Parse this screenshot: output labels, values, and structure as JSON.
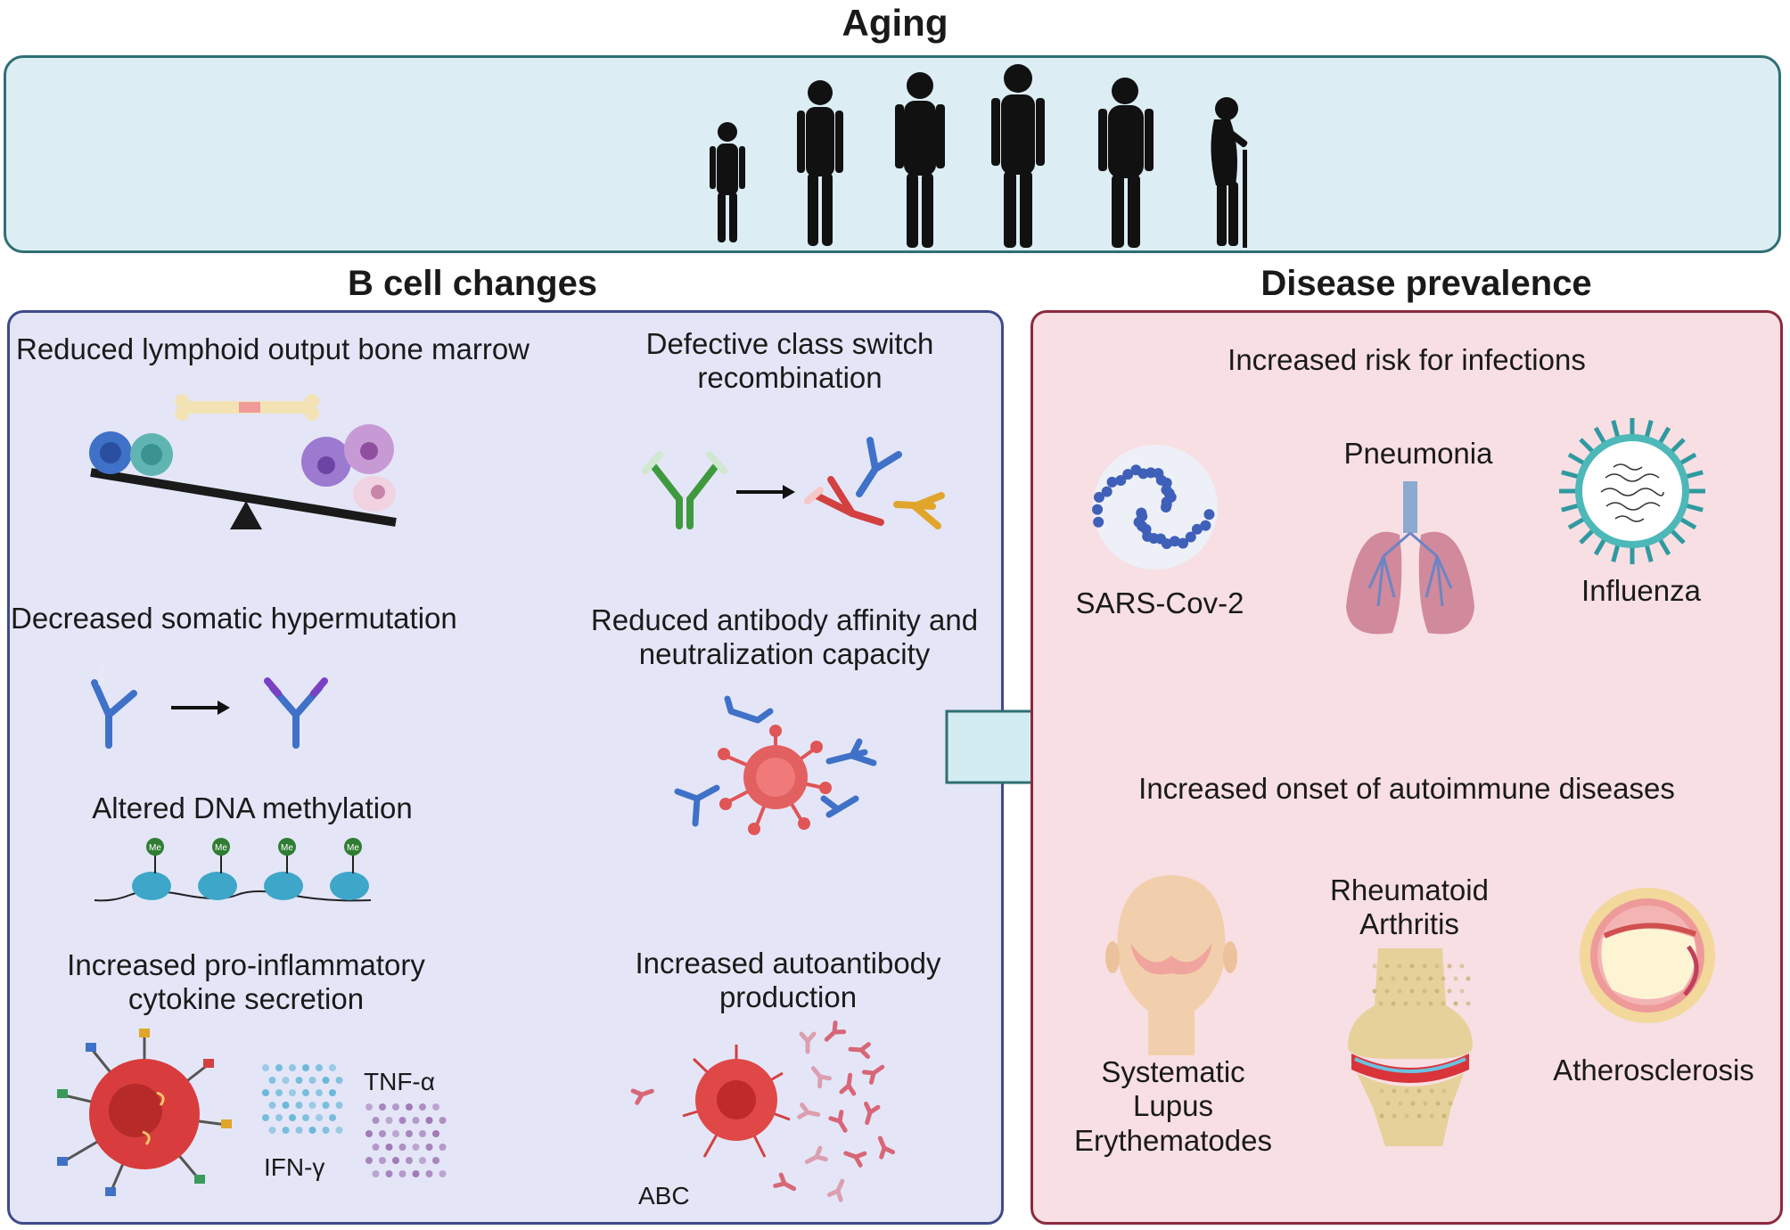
{
  "header": {
    "title": "Aging"
  },
  "bcell": {
    "title": "B cell changes",
    "items": {
      "lymphoid": "Reduced lymphoid output bone marrow",
      "class_switch": [
        "Defective class switch",
        "recombination"
      ],
      "hypermutation": "Decreased somatic hypermutation",
      "affinity": [
        "Reduced antibody affinity and",
        "neutralization capacity"
      ],
      "methylation": "Altered DNA methylation",
      "cytokine": [
        "Increased pro-inflammatory",
        "cytokine secretion"
      ],
      "autoantibody": [
        "Increased autoantibody",
        "production"
      ]
    },
    "labels": {
      "tnf": "TNF-α",
      "ifn": "IFN-γ",
      "abc": "ABC",
      "me": "Me"
    }
  },
  "disease": {
    "title": "Disease prevalence",
    "infections_title": "Increased risk for infections",
    "infections": {
      "sars": "SARS-Cov-2",
      "pneumonia": "Pneumonia",
      "influenza": "Influenza"
    },
    "autoimmune_title": "Increased onset of autoimmune diseases",
    "autoimmune": {
      "sle": [
        "Systematic",
        "Lupus",
        "Erythematodes"
      ],
      "ra": [
        "Rheumatoid",
        "Arthritis"
      ],
      "athero": "Atherosclerosis"
    }
  },
  "colors": {
    "aging_bg": "#dcedf4",
    "bcell_bg": "#e4e6f7",
    "disease_bg": "#f8dfe3",
    "arrow_fill": "#d2ecf2",
    "arrow_stroke": "#2f6f73"
  }
}
